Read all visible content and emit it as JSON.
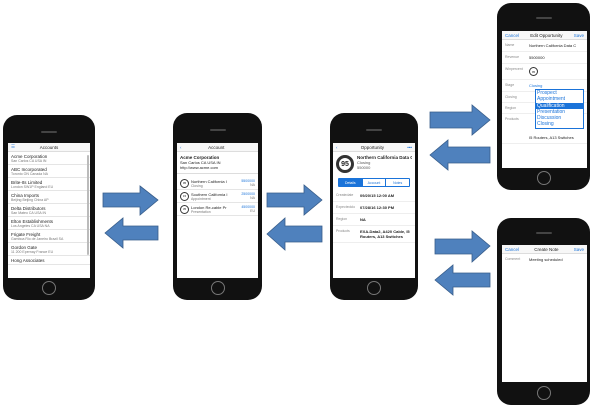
{
  "colors": {
    "arrow": "#4f81bd",
    "arrow_stroke": "#385d8a",
    "accent": "#1a73d9"
  },
  "accounts": {
    "title": "Accounts",
    "menu_icon": "hamburger-icon",
    "items": [
      {
        "name": "Acme Corporation",
        "loc": "San Carlos CA USA IN"
      },
      {
        "name": "ABC Incorporated",
        "loc": "Toronto ON Canada NA"
      },
      {
        "name": "Brite-Its Limited",
        "loc": "London SW1P England EU"
      },
      {
        "name": "China Imports",
        "loc": "Beijing Beijing China AP"
      },
      {
        "name": "Delta Distributors",
        "loc": "San Mateo CA USA IN"
      },
      {
        "name": "Elton Establishments",
        "loc": "Los Angeles CA USA NA"
      },
      {
        "name": "Frigate Freight",
        "loc": "Gamboa Rio de Janeiro Brazil SA"
      },
      {
        "name": "Gordon Gate",
        "loc": "11 200 Epernay France EU"
      },
      {
        "name": "Hong Associates",
        "loc": ""
      }
    ]
  },
  "account": {
    "title": "Account",
    "name": "Acme Corporation",
    "address": "San Carlos CA USA IN",
    "url": "http://www.acme.com",
    "opps": [
      {
        "name": "Northern California I",
        "stage": "Closing",
        "amount": "5500000",
        "region": "NA",
        "score": "95"
      },
      {
        "name": "Southern California I",
        "stage": "Appointment",
        "amount": "2500000",
        "region": "NA",
        "score": "15"
      },
      {
        "name": "London Re-cable Pr",
        "stage": "Presentation",
        "amount": "4500000",
        "region": "EU",
        "score": "35"
      }
    ]
  },
  "opportunity": {
    "title": "Opportunity",
    "more": "•••",
    "score": "95",
    "name": "Northern California Data C",
    "stage": "Closing",
    "amount": "550000",
    "tabs": [
      "Details",
      "Account",
      "Notes"
    ],
    "fields": [
      {
        "label": "Createdate",
        "value": "09/20/15 12:00 AM"
      },
      {
        "label": "Expectedclo",
        "value": "07/28/16 12:30 PM"
      },
      {
        "label": "Region",
        "value": "NA"
      },
      {
        "label": "Products",
        "value": "EXA-Data2, A420 Cable, I5 Routers, A13 Switches"
      }
    ]
  },
  "edit": {
    "title": "Edit Opportunity",
    "cancel": "Cancel",
    "save": "Save",
    "fields": [
      {
        "label": "Name",
        "value": "Northern California Data C"
      },
      {
        "label": "Revenue",
        "value": "5500000"
      },
      {
        "label": "Winpercent",
        "value": "95"
      },
      {
        "label": "Stage",
        "value": "Closing"
      },
      {
        "label": "Closing",
        "value": ""
      },
      {
        "label": "Region",
        "value": ""
      },
      {
        "label": "Products",
        "value": "I5 Routers, A13 Switches"
      }
    ],
    "stage_options": [
      "Prospect",
      "Appointment",
      "Qualification",
      "Presentation",
      "Discussion",
      "Closing"
    ],
    "highlighted_option": "Qualification"
  },
  "note": {
    "title": "Create Note",
    "cancel": "Cancel",
    "save": "Save",
    "label": "Comment",
    "value": "Meeting scheduled"
  }
}
